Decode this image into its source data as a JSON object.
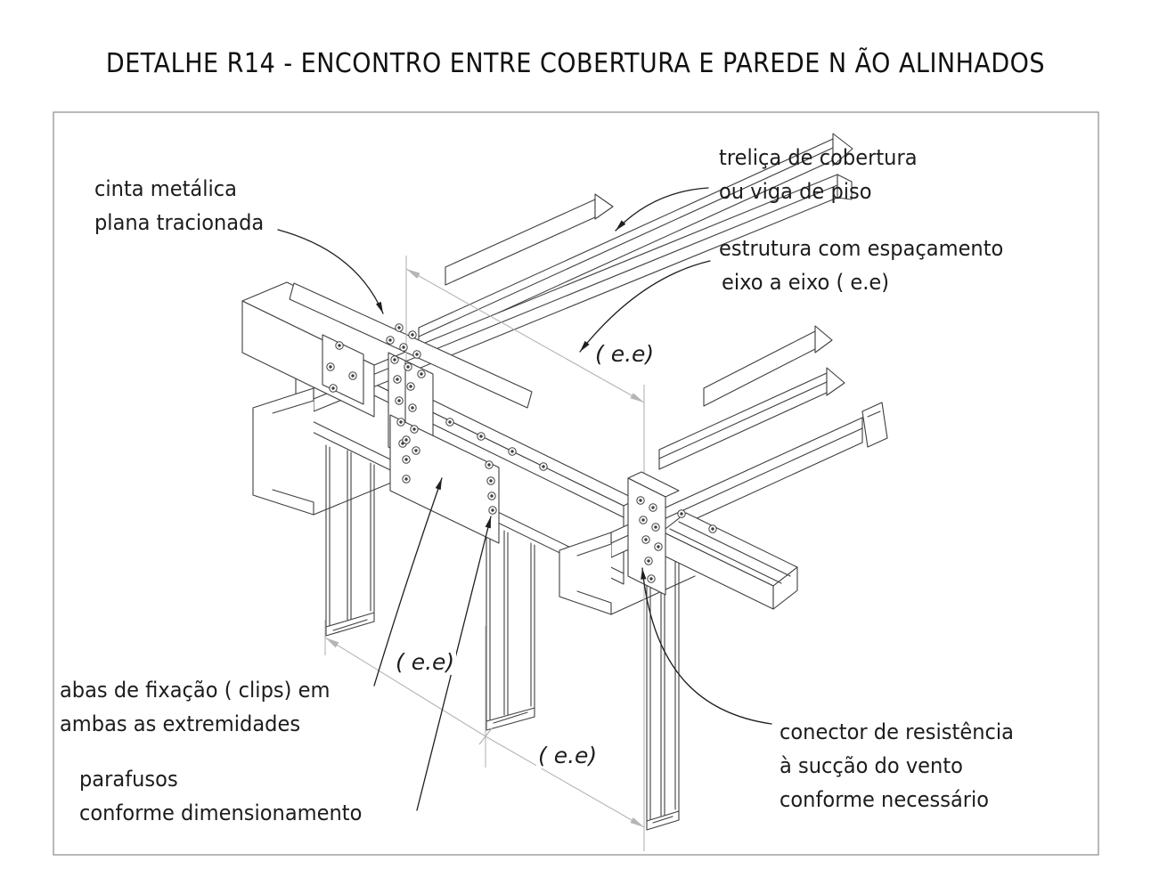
{
  "title": "DETALHE R14 - ENCONTRO ENTRE COBERTURA E PAREDE N ÃO ALINHADOS",
  "labels": {
    "cinta": {
      "line1": "cinta metálica",
      "line2": "plana tracionada"
    },
    "trelica": {
      "line1": "treliça de cobertura",
      "line2": "ou viga de piso"
    },
    "estrutura": {
      "line1": "estrutura com espaçamento",
      "line2": "eixo a eixo ( e.e)"
    },
    "abas": {
      "line1": "abas de fixação ( clips) em",
      "line2": "ambas as extremidades"
    },
    "parafusos": {
      "line1": "parafusos",
      "line2": "conforme dimensionamento"
    },
    "conector": {
      "line1": "conector de resistência",
      "line2": "à sucção do vento",
      "line3": "conforme necessário"
    },
    "dims": {
      "ee_top": "( e.e)",
      "ee_mid": "( e.e)",
      "ee_bottom": "( e.e)"
    }
  },
  "colors": {
    "line": "#3f3f3f",
    "construction": "#b5b5b5",
    "text": "#1c1c1c",
    "background": "#ffffff"
  }
}
